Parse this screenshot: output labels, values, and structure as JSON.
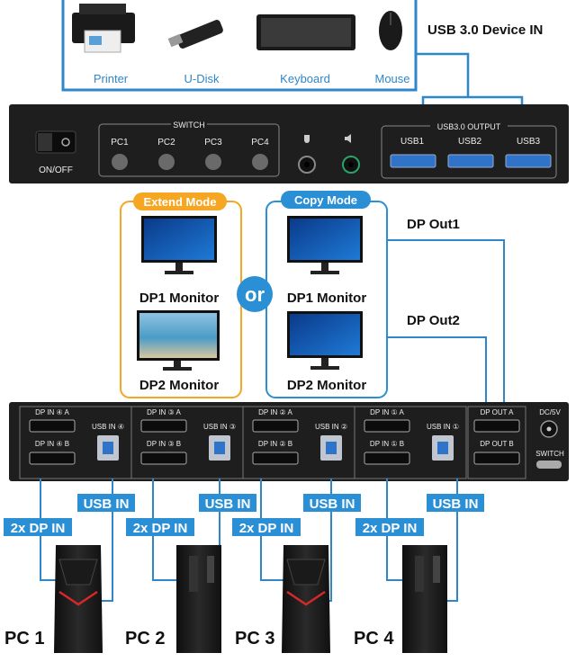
{
  "peripherals": {
    "items": [
      "Printer",
      "U-Disk",
      "Keyboard",
      "Mouse"
    ],
    "usb30_label": "USB 3.0 Device IN"
  },
  "front_panel": {
    "power_label": "ON/OFF",
    "switch_group_label": "SWITCH",
    "switch_buttons": [
      "PC1",
      "PC2",
      "PC3",
      "PC4"
    ],
    "usb_output_label": "USB3.0 OUTPUT",
    "usb_ports": [
      "USB1",
      "USB2",
      "USB3"
    ]
  },
  "modes": {
    "extend": {
      "title": "Extend Mode",
      "monitors": [
        "DP1 Monitor",
        "DP2 Monitor"
      ]
    },
    "or_label": "or",
    "copy": {
      "title": "Copy Mode",
      "monitors": [
        "DP1 Monitor",
        "DP2 Monitor"
      ]
    },
    "dp_out_labels": [
      "DP Out1",
      "DP Out2"
    ]
  },
  "rear_panel": {
    "groups": [
      {
        "dp_a": "DP IN ④ A",
        "dp_b": "DP IN ④ B",
        "usb": "USB IN ④"
      },
      {
        "dp_a": "DP IN ③ A",
        "dp_b": "DP IN ③ B",
        "usb": "USB IN ③"
      },
      {
        "dp_a": "DP IN ② A",
        "dp_b": "DP IN ② B",
        "usb": "USB IN ②"
      },
      {
        "dp_a": "DP IN ① A",
        "dp_b": "DP IN ① B",
        "usb": "USB IN ①"
      }
    ],
    "dp_out_a": "DP OUT A",
    "dp_out_b": "DP OUT B",
    "dc_label": "DC/5V",
    "switch_label": "SWITCH"
  },
  "pc_connections": {
    "usb_in_label": "USB IN",
    "dp_in_label": "2x DP IN",
    "pcs": [
      "PC 1",
      "PC 2",
      "PC 3",
      "PC 4"
    ]
  },
  "colors": {
    "accent_blue": "#2b8fd6",
    "accent_orange": "#f5a623",
    "panel": "#1e1e1e",
    "line_blue": "#2f86c8"
  }
}
